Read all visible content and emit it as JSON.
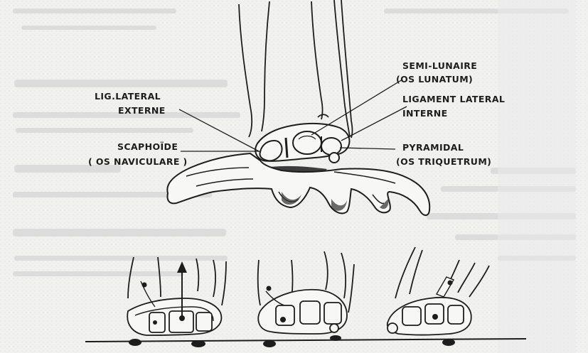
{
  "labels": {
    "lig_lateral_externe_1": "LIG.LATERAL",
    "lig_lateral_externe_2": "EXTERNE",
    "scaphoide_1": "SCAPHOÏDE",
    "scaphoide_2": "( OS NAVICULARE )",
    "semi_lunaire_1": "SEMI-LUNAIRE",
    "semi_lunaire_2": "(OS LUNATUM)",
    "ligament_lateral_interne_1": "LIGAMENT LATERAL",
    "ligament_lateral_interne_2": "INTERNE",
    "pyramidal_1": "PYRAMIDAL",
    "pyramidal_2": "(OS TRIQUETRUM)"
  },
  "colors": {
    "ink": "#1d1d1d",
    "paper": "#f1f1f0",
    "bone_fill": "#f7f7f5",
    "shadow": "#9a9a98"
  }
}
